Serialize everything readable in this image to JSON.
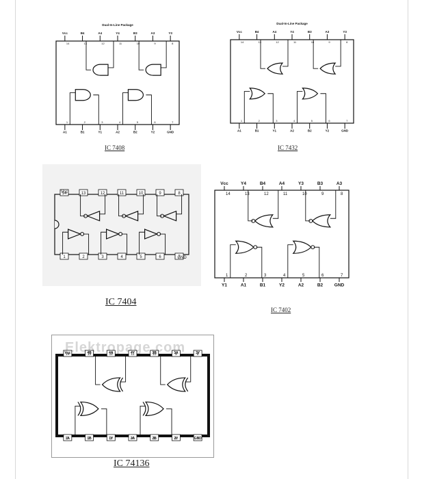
{
  "diagrams": [
    {
      "caption": "IC 7408",
      "title": "Dual-In-Line Package",
      "top_labels": [
        "Vcc",
        "B4",
        "A4",
        "Y4",
        "B3",
        "A3",
        "Y3"
      ],
      "top_numbers": [
        "14",
        "13",
        "12",
        "11",
        "10",
        "9",
        "8"
      ],
      "bottom_labels": [
        "A1",
        "B1",
        "Y1",
        "A2",
        "B2",
        "Y2",
        "GND"
      ],
      "bottom_numbers": [
        "1",
        "2",
        "3",
        "4",
        "5",
        "6",
        "7"
      ],
      "gate": "and-gate-icon"
    },
    {
      "caption": "IC 7432",
      "title": "Dual-In-Line Package",
      "top_labels": [
        "Vcc",
        "B4",
        "A4",
        "Y4",
        "B3",
        "A3",
        "Y3"
      ],
      "top_numbers": [
        "14",
        "13",
        "12",
        "11",
        "10",
        "9",
        "8"
      ],
      "bottom_labels": [
        "A1",
        "B1",
        "Y1",
        "A2",
        "B2",
        "Y2",
        "GND"
      ],
      "bottom_numbers": [
        "1",
        "2",
        "3",
        "4",
        "5",
        "6",
        "7"
      ],
      "gate": "or-gate-icon"
    },
    {
      "caption": "IC 7404",
      "top_labels": [
        "Vcc"
      ],
      "top_numbers": [
        "14",
        "13",
        "12",
        "11",
        "10",
        "9",
        "8"
      ],
      "bottom_labels": [
        "GND"
      ],
      "bottom_numbers": [
        "1",
        "2",
        "3",
        "4",
        "5",
        "6",
        "7"
      ],
      "gate": "not-gate-icon"
    },
    {
      "caption": "IC 7402",
      "top_labels": [
        "Vcc",
        "Y4",
        "B4",
        "A4",
        "Y3",
        "B3",
        "A3"
      ],
      "top_numbers": [
        "14",
        "13",
        "12",
        "11",
        "10",
        "9",
        "8"
      ],
      "bottom_labels": [
        "Y1",
        "A1",
        "B1",
        "Y2",
        "A2",
        "B2",
        "GND"
      ],
      "bottom_numbers": [
        "1",
        "2",
        "3",
        "4",
        "5",
        "6",
        "7"
      ],
      "gate": "nor-gate-icon"
    },
    {
      "caption": "IC 74136",
      "watermark": "Elektropage.com",
      "top_labels": [
        "Vcc",
        "4B",
        "4A",
        "4Y",
        "3B",
        "3A",
        "3Y"
      ],
      "top_numbers": [
        "14",
        "13",
        "12",
        "11",
        "10",
        "9",
        "8"
      ],
      "bottom_labels": [
        "1A",
        "1B",
        "1Y",
        "2A",
        "2B",
        "2Y",
        "GND"
      ],
      "bottom_numbers": [
        "1",
        "2",
        "3",
        "4",
        "5",
        "6",
        "7"
      ],
      "gate": "xor-gate-icon"
    }
  ]
}
